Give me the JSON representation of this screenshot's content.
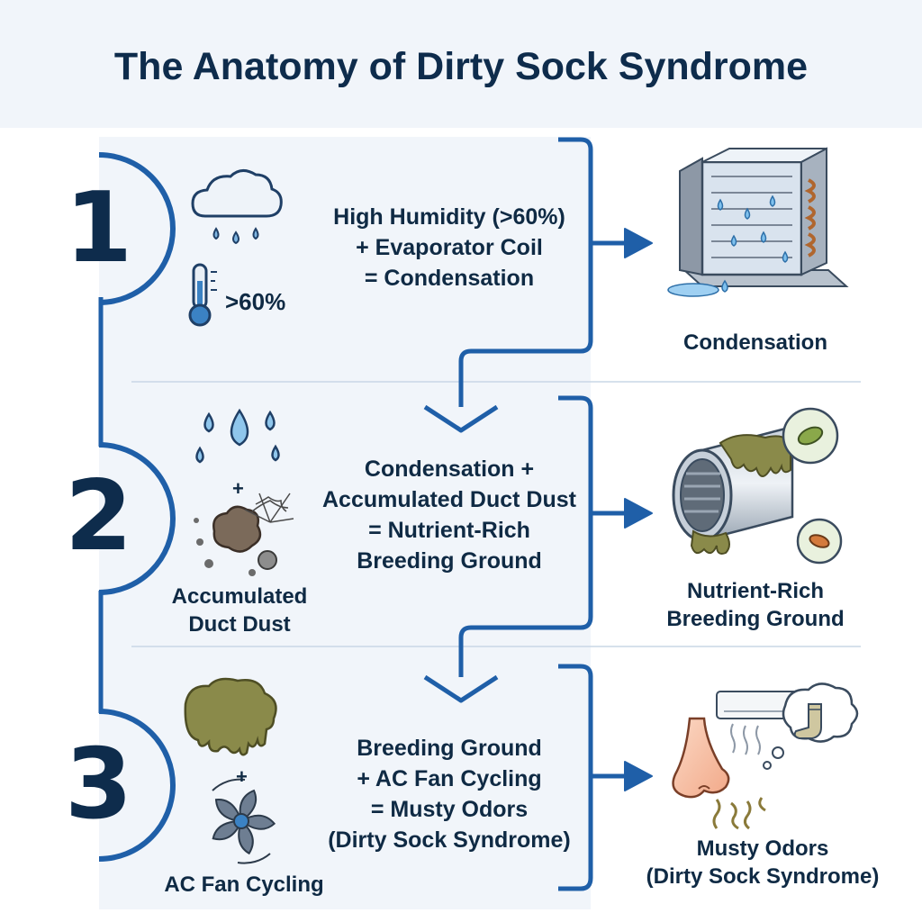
{
  "title": "The Anatomy of Dirty Sock Syndrome",
  "steps": [
    {
      "number": "1",
      "equation": [
        "High Humidity (>60%)",
        "+ Evaporator Coil",
        "= Condensation"
      ],
      "input_labels": [
        ">60%"
      ],
      "result": [
        "Condensation"
      ]
    },
    {
      "number": "2",
      "equation": [
        "Condensation +",
        "Accumulated Duct Dust",
        "= Nutrient-Rich",
        "Breeding Ground"
      ],
      "input_labels": [
        "Accumulated",
        "Duct Dust"
      ],
      "plus": "+",
      "result": [
        "Nutrient-Rich",
        "Breeding Ground"
      ]
    },
    {
      "number": "3",
      "equation": [
        "Breeding Ground",
        "+ AC Fan Cycling",
        "= Musty Odors",
        "(Dirty Sock Syndrome)"
      ],
      "input_labels": [
        "AC Fan Cycling"
      ],
      "plus": "+",
      "result": [
        "Musty Odors",
        "(Dirty Sock Syndrome)"
      ]
    }
  ],
  "colors": {
    "navy": "#0e2c4c",
    "accent_blue": "#1f5fa8",
    "panel_bg": "#f1f5fa",
    "water_blue": "#8fc6ec",
    "slime_green": "#8a8a4a"
  }
}
